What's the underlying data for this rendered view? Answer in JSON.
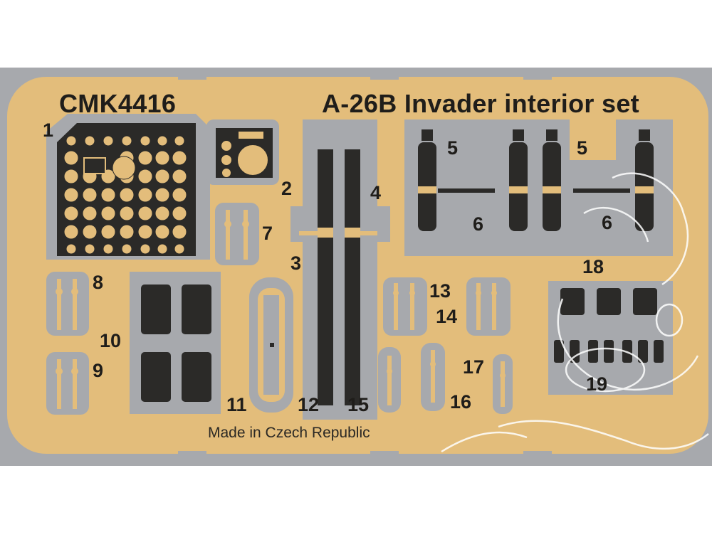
{
  "sheet": {
    "code": "CMK4416",
    "title": "A-26B Invader interior set",
    "footer": "Made in Czech Republic"
  },
  "part_numbers": [
    "1",
    "2",
    "3",
    "4",
    "5",
    "5",
    "6",
    "6",
    "7",
    "8",
    "9",
    "10",
    "11",
    "12",
    "13",
    "14",
    "15",
    "16",
    "17",
    "18",
    "19"
  ],
  "colors": {
    "brass": "#e3bd7b",
    "fret_gray": "#a7a9ad",
    "dark_metal": "#2b2a28",
    "outline": "#5a4a2a"
  }
}
